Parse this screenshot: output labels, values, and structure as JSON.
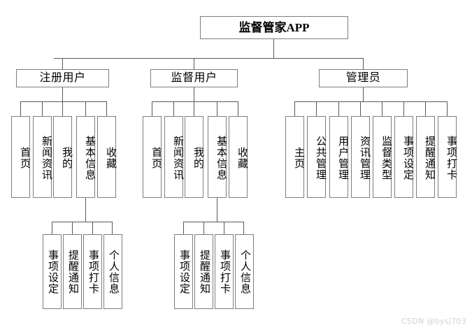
{
  "diagram": {
    "type": "org-tree",
    "title": "监督管家APP",
    "root": {
      "label": "监督管家APP"
    },
    "level2": [
      {
        "label": "注册用户"
      },
      {
        "label": "监督用户"
      },
      {
        "label": "管理员"
      }
    ],
    "group_registered_user": {
      "parent": "注册用户",
      "children": [
        {
          "label": "首页"
        },
        {
          "label": "新闻资讯"
        },
        {
          "label": "我的"
        },
        {
          "label": "基本信息"
        },
        {
          "label": "收藏"
        }
      ],
      "sub_children_of": "基本信息",
      "sub_children": [
        {
          "label": "事项设定"
        },
        {
          "label": "提醒通知"
        },
        {
          "label": "事项打卡"
        },
        {
          "label": "个人信息"
        }
      ]
    },
    "group_supervisory_user": {
      "parent": "监督用户",
      "children": [
        {
          "label": "首页"
        },
        {
          "label": "新闻资讯"
        },
        {
          "label": "我的"
        },
        {
          "label": "基本信息"
        },
        {
          "label": "收藏"
        }
      ],
      "sub_children_of": "基本信息",
      "sub_children": [
        {
          "label": "事项设定"
        },
        {
          "label": "提醒通知"
        },
        {
          "label": "事项打卡"
        },
        {
          "label": "个人信息"
        }
      ]
    },
    "group_admin": {
      "parent": "管理员",
      "children": [
        {
          "label": "主页"
        },
        {
          "label": "公共管理"
        },
        {
          "label": "用户管理"
        },
        {
          "label": "资讯管理"
        },
        {
          "label": "监督类型"
        },
        {
          "label": "事项设定"
        },
        {
          "label": "提醒通知"
        },
        {
          "label": "事项打卡"
        }
      ]
    },
    "watermark": "CSDN @bysj703",
    "colors": {
      "box_border": "#7b7f83",
      "line": "#555a5e",
      "background": "#ffffff",
      "text": "#000000",
      "watermark": "#d2d2d2"
    }
  }
}
